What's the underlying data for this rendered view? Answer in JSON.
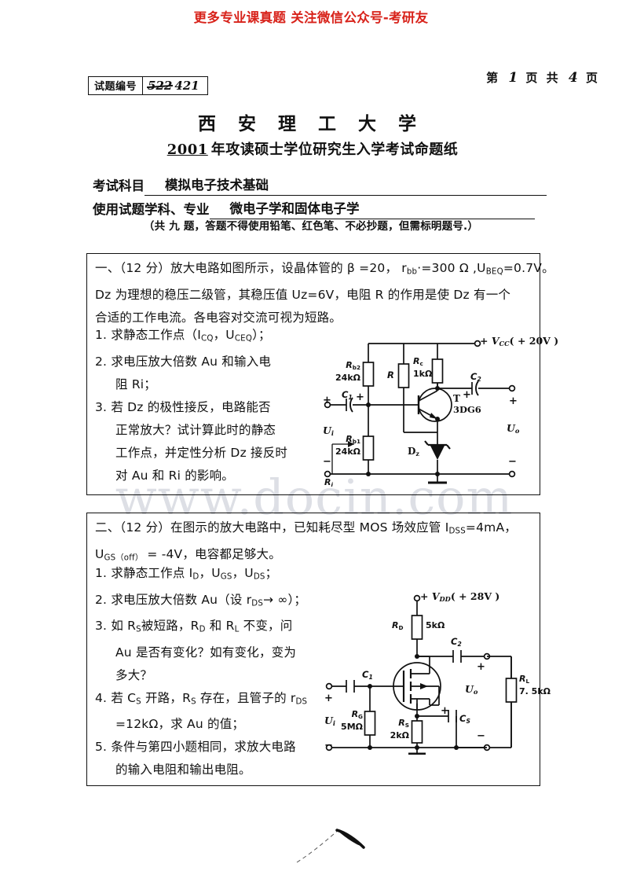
{
  "banner": {
    "text": "更多专业课真题 关注微信公众号-考研友",
    "color": "#d8231b"
  },
  "header": {
    "page_label_1": "第",
    "page_current": "1",
    "page_label_2": "页",
    "page_label_3": "共",
    "page_total": "4",
    "page_label_4": "页",
    "code_label": "试题编号",
    "code_struck": "522",
    "code_value": "421"
  },
  "title": {
    "university": "西 安 理 工 大 学",
    "year": "2001",
    "exam_line": "年攻读硕士学位研究生入学考试命题纸"
  },
  "fields": {
    "subject_label": "考试科目",
    "subject_value": "模拟电子技术基础",
    "major_label": "使用试题学科、专业",
    "major_value": "微电子学和固体电子学",
    "note": "（共 九 题，答题不得使用铅笔、红色笔、不必抄题，但需标明题号.）"
  },
  "watermark": {
    "text": "www.docin.com"
  },
  "question_one": {
    "lines": [
      "一、（12 分）放大电路如图所示，设晶体管的 β =20， r<sub>bb</sub>·=300 Ω ,U<sub>BEQ</sub>=0.7V。",
      "Dz 为理想的稳压二级管，其稳压值 Uz=6V，电阻 R 的作用是使 Dz 有一个",
      "合适的工作电流。各电容对交流可视为短路。"
    ],
    "items": [
      "1. 求静态工作点（I<sub>CQ</sub>，U<sub>CEQ</sub>）；",
      "2. 求电压放大倍数 Au 和输入电",
      "阻 Ri；",
      "3. 若 Dz 的极性接反，电路能否",
      "正常放大？试计算此时的静态",
      "工作点，并定性分析 Dz 接反时",
      "对 Au 和 Ri 的影响。"
    ]
  },
  "circuit_one": {
    "supply": "+ V",
    "supply_sub": "CC",
    "supply_val": "( + 20V )",
    "rb2_name": "R",
    "rb2_sub": "b2",
    "rb2_val": "24kΩ",
    "rb1_name": "R",
    "rb1_sub": "b1",
    "rb1_val": "24kΩ",
    "r_name": "R",
    "rc_name": "R",
    "rc_sub": "c",
    "rc_val": "1kΩ",
    "c1": "C",
    "c1_sub": "1",
    "c2": "C",
    "c2_sub": "2",
    "transistor": "T",
    "transistor_type": "3DG6",
    "zener": "D",
    "zener_sub": "z",
    "ui": "U",
    "ui_sub": "i",
    "uo": "U",
    "uo_sub": "o",
    "ri": "R",
    "ri_sub": "i",
    "plus": "+",
    "minus": "−"
  },
  "question_two": {
    "lines": [
      "二、（12 分）在图示的放大电路中，已知耗尽型 MOS 场效应管 I<sub>DSS</sub>=4mA，",
      "U<sub>GS（off）</sub> = -4V，电容都足够大。"
    ],
    "items": [
      "1. 求静态工作点 I<sub>D</sub>，U<sub>GS</sub>，U<sub>DS</sub>；",
      "2. 求电压放大倍数 Au（设 r<sub>DS</sub>→ ∞）；",
      "3. 如 R<sub>S</sub>被短路，R<sub>D</sub> 和 R<sub>L</sub> 不变，问",
      "Au 是否有变化？如有变化，变为",
      "多大？",
      "4. 若 C<sub>S</sub> 开路，R<sub>S</sub> 存在，且管子的 r<sub>DS</sub>",
      "=12kΩ，求 Au 的值；",
      "5. 条件与第四小题相同，求放大电路",
      "的输入电阻和输出电阻。"
    ]
  },
  "circuit_two": {
    "supply": "+ V",
    "supply_sub": "DD",
    "supply_val": "( + 28V )",
    "rd_name": "R",
    "rd_sub": "D",
    "rd_val": "5kΩ",
    "rg_name": "R",
    "rg_sub": "G",
    "rg_val": "5MΩ",
    "rs_name": "R",
    "rs_sub": "S",
    "rs_val": "2kΩ",
    "rl_name": "R",
    "rl_sub": "L",
    "rl_val": "7. 5kΩ",
    "c1": "C",
    "c1_sub": "1",
    "c2": "C",
    "c2_sub": "2",
    "cs": "C",
    "cs_sub": "S",
    "ui": "U",
    "ui_sub": "i",
    "uo": "U",
    "uo_sub": "o",
    "plus": "+",
    "minus": "−"
  }
}
